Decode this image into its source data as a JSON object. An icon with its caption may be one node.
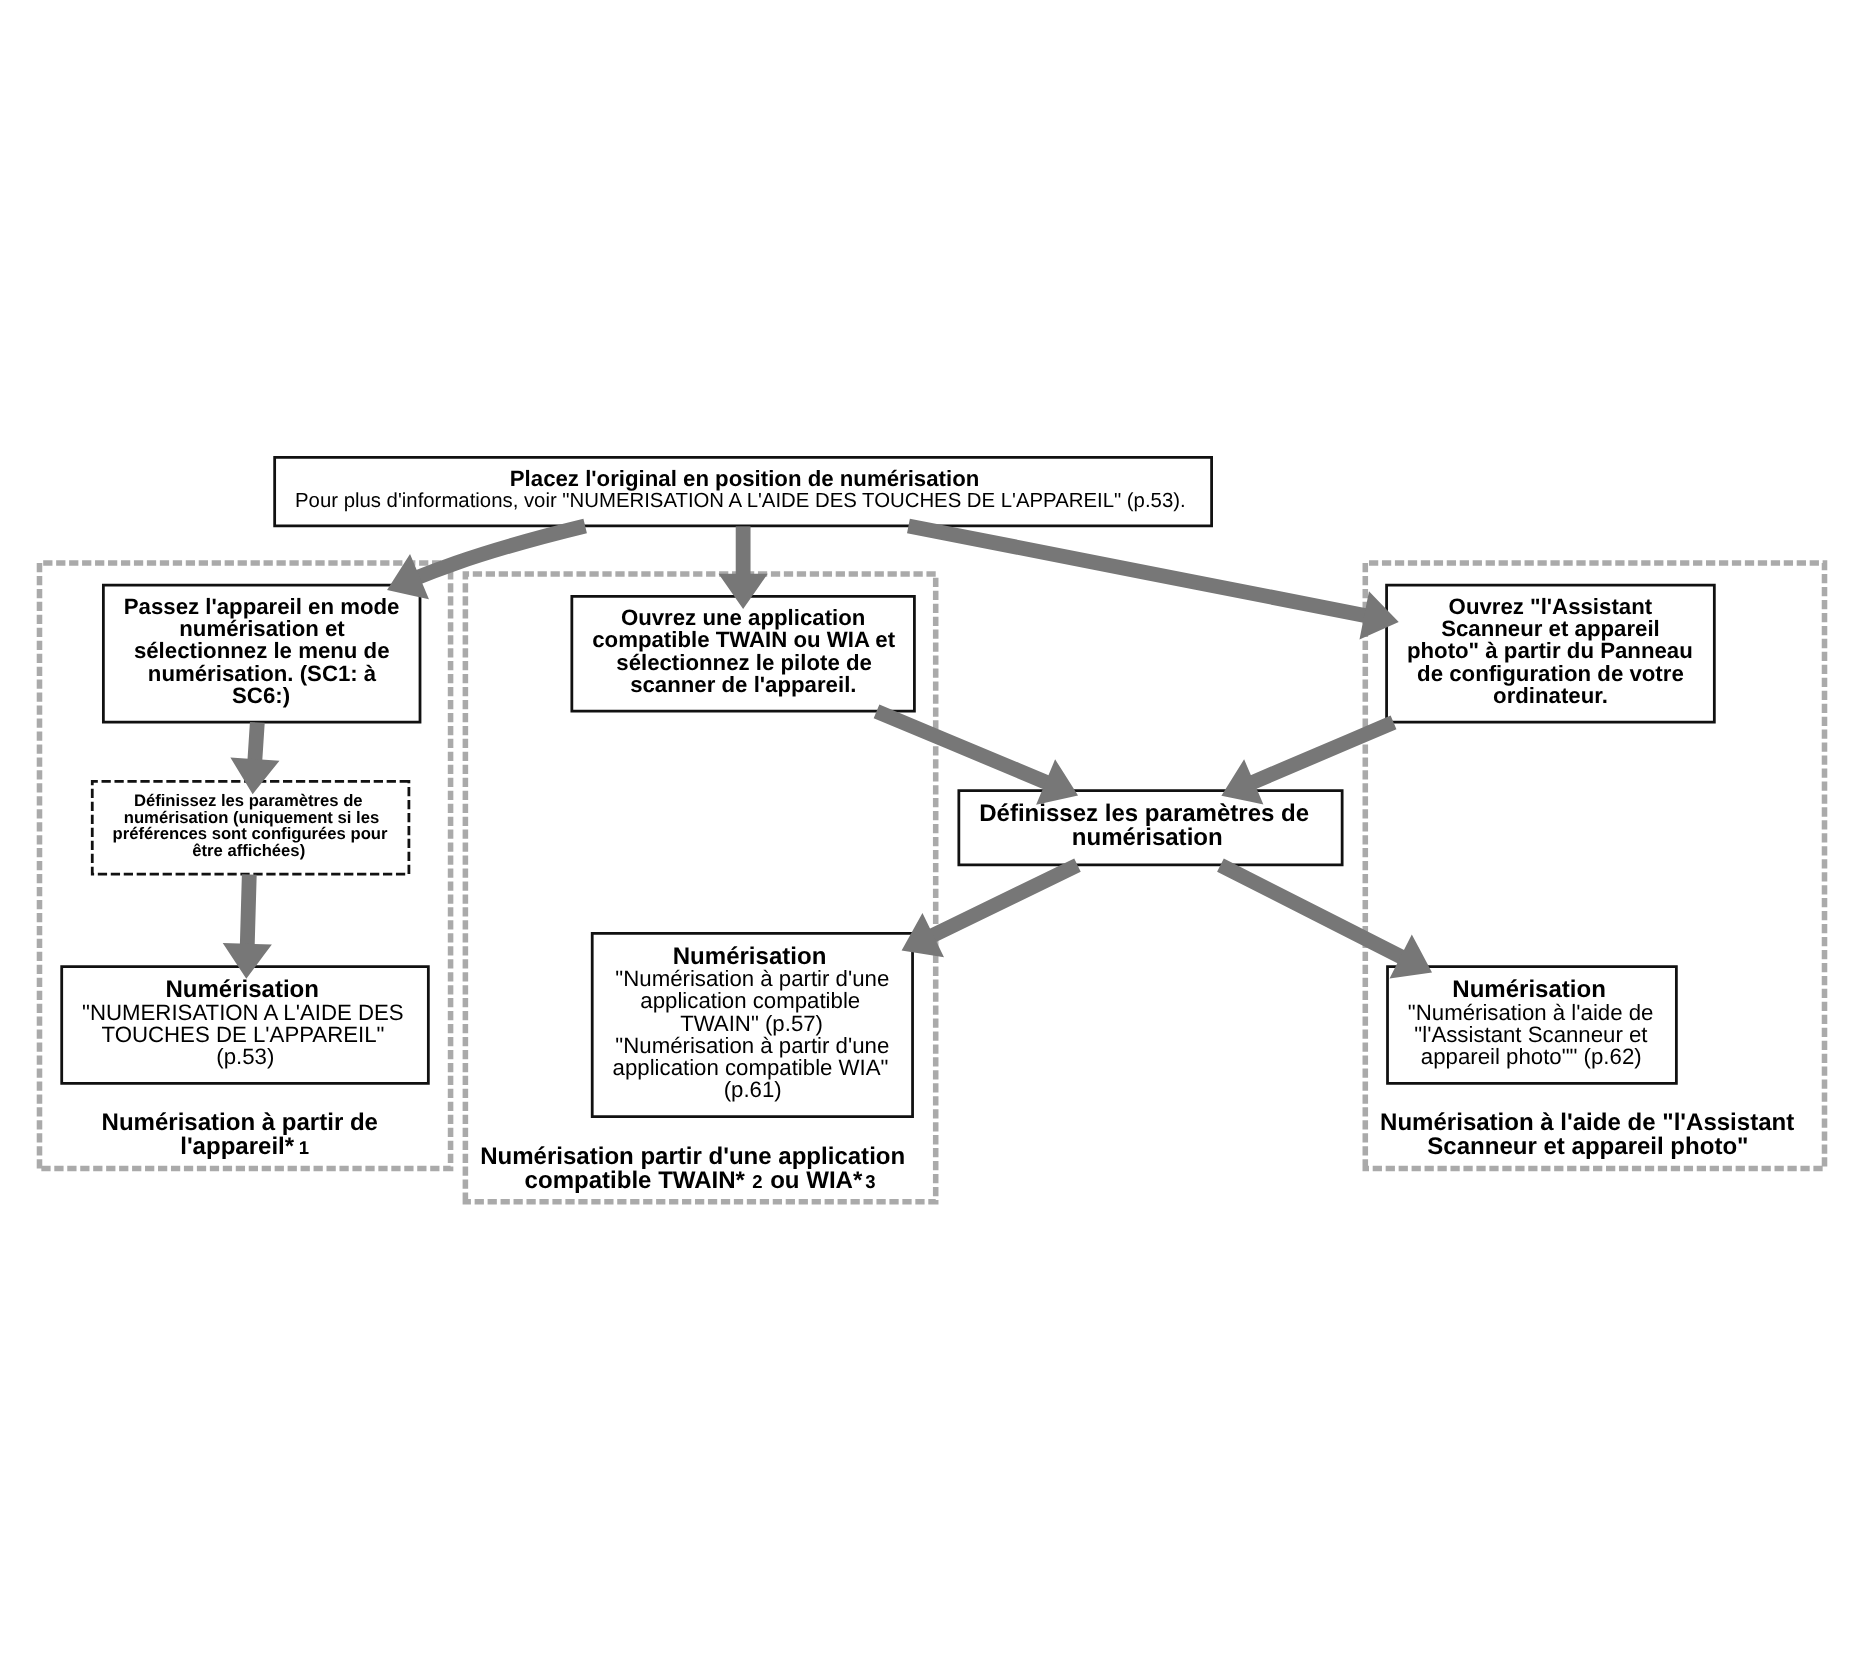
{
  "diagram": {
    "nodes": [
      {
        "text": [
          "Numérisation à partir de l'appareil*$^{1}$"
        ]
      },
      {
        "text": [
          "Numérisation partir d'une application compatible TWAIN*$^{2}$ ou WIA*$^{3}$"
        ]
      },
      {
        "text": [
          "Numérisation à l'aide de \"l'Assistant Scanneur et appareil photo\""
        ]
      },
      {
        "text": [
          "Placez l'original en position de numérisation",
          "Pour plus d'informations, voir \"NUMERISATION A L'AIDE DES TOUCHES DE L'APPAREIL\" (p.53)."
        ]
      },
      {
        "text": [
          "Passez l'appareil en mode numérisation et sélectionnez le menu de numérisation. (SC1: à SC6:)"
        ],
        "in": 0
      },
      {
        "text": [
          "Ouvrez une application compatible TWAIN ou WIA et sélectionnez le pilote de scanner de l'appareil."
        ],
        "in": 1
      },
      {
        "text": [
          "Ouvrez \"l'Assistant Scanneur et appareil photo\" à partir du Panneau de configuration de votre ordinateur."
        ],
        "in": 2
      },
      {
        "text": [
          "Définissez les paramètres de numérisation (uniquement si les préférences sont configurées pour être affichées)"
        ],
        "in": 0
      },
      {
        "text": [
          "Définissez les paramètres de numérisation"
        ]
      },
      {
        "text": [
          "Numérisation",
          "\"NUMERISATION A L'AIDE DES TOUCHES DE L'APPAREIL\" (p.53)"
        ],
        "in": 0
      },
      {
        "text": [
          "Numérisation",
          "\"Numérisation à partir d'une application compatible TWAIN\" (p.57)",
          "\"Numérisation à partir d'une application compatible WIA\" (p.61)"
        ],
        "in": 1
      },
      {
        "text": [
          "Numérisation",
          "\"Numérisation à l'aide de \"l'Assistant Scanneur et appareil photo\"\" (p.62)"
        ],
        "in": 2
      }
    ],
    "edges": [
      {
        "from": 3,
        "to": 4,
        "arrow": "to"
      },
      {
        "from": 3,
        "to": 5,
        "arrow": "to"
      },
      {
        "from": 3,
        "to": 6,
        "arrow": "to"
      },
      {
        "from": 4,
        "to": 7,
        "arrow": "to"
      },
      {
        "from": 7,
        "to": 9,
        "arrow": "to"
      },
      {
        "from": 5,
        "to": 8,
        "arrow": "to"
      },
      {
        "from": 6,
        "to": 8,
        "arrow": "to"
      },
      {
        "from": 8,
        "to": 10,
        "arrow": "to"
      },
      {
        "from": 8,
        "to": 11,
        "arrow": "to"
      }
    ]
  }
}
